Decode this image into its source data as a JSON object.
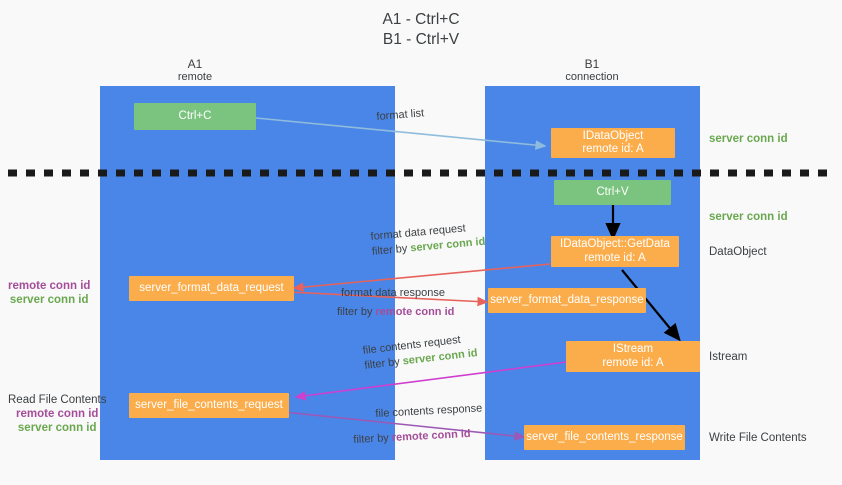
{
  "title": {
    "line1": "A1 - Ctrl+C",
    "line2": "B1 - Ctrl+V"
  },
  "columns": [
    {
      "name": "A1",
      "sub": "remote"
    },
    {
      "name": "B1",
      "sub": "connection"
    }
  ],
  "nodes": {
    "ctrl_c": {
      "label": "Ctrl+C"
    },
    "ctrl_v": {
      "label": "Ctrl+V"
    },
    "idataobject": {
      "line1": "IDataObject",
      "line2": "remote id: A"
    },
    "idataobject_getdata": {
      "line1": "IDataObject::GetData",
      "line2": "remote id: A"
    },
    "istream": {
      "line1": "IStream",
      "line2": "remote id: A"
    },
    "server_format_data_request": {
      "label": "server_format_data_request"
    },
    "server_format_data_response": {
      "label": "server_format_data_response"
    },
    "server_file_contents_request": {
      "label": "server_file_contents_request"
    },
    "server_file_contents_response": {
      "label": "server_file_contents_response"
    }
  },
  "right_labels": {
    "server_conn_id_1": "server conn id",
    "server_conn_id_2": "server conn id",
    "dataobject": "DataObject",
    "istream": "Istream",
    "write_file_contents": "Write File Contents"
  },
  "left_labels": {
    "format_data_remote": "remote conn id",
    "format_data_server": "server conn id",
    "read_file_contents": "Read File Contents",
    "file_contents_remote": "remote conn id",
    "file_contents_server": "server conn id"
  },
  "edges": {
    "format_list": {
      "main": "format list"
    },
    "format_data_request": {
      "main": "format data request",
      "filter_prefix": "filter by ",
      "filter_value": "server conn id"
    },
    "format_data_response": {
      "main": "format data response",
      "filter_prefix": "filter by ",
      "filter_value": "remote conn id"
    },
    "file_contents_request": {
      "main": "file contents request",
      "filter_prefix": "filter by ",
      "filter_value": "server conn id"
    },
    "file_contents_response": {
      "main": "file contents response",
      "filter_prefix": "filter by ",
      "filter_value": "remote conn id"
    }
  },
  "colors": {
    "lane": "#4a86e8",
    "green_node": "#7bc47f",
    "orange_node": "#fbad4c",
    "server_conn": "#6aa84f",
    "remote_conn": "#a64d9a",
    "arrow_blue": "#8fbcdc",
    "arrow_red": "#e8625c",
    "arrow_magenta": "#cf3fcf",
    "arrow_purple": "#9b59b6",
    "arrow_black": "#000000",
    "divider": "#1a1a1a",
    "background": "#f9f9f9"
  }
}
